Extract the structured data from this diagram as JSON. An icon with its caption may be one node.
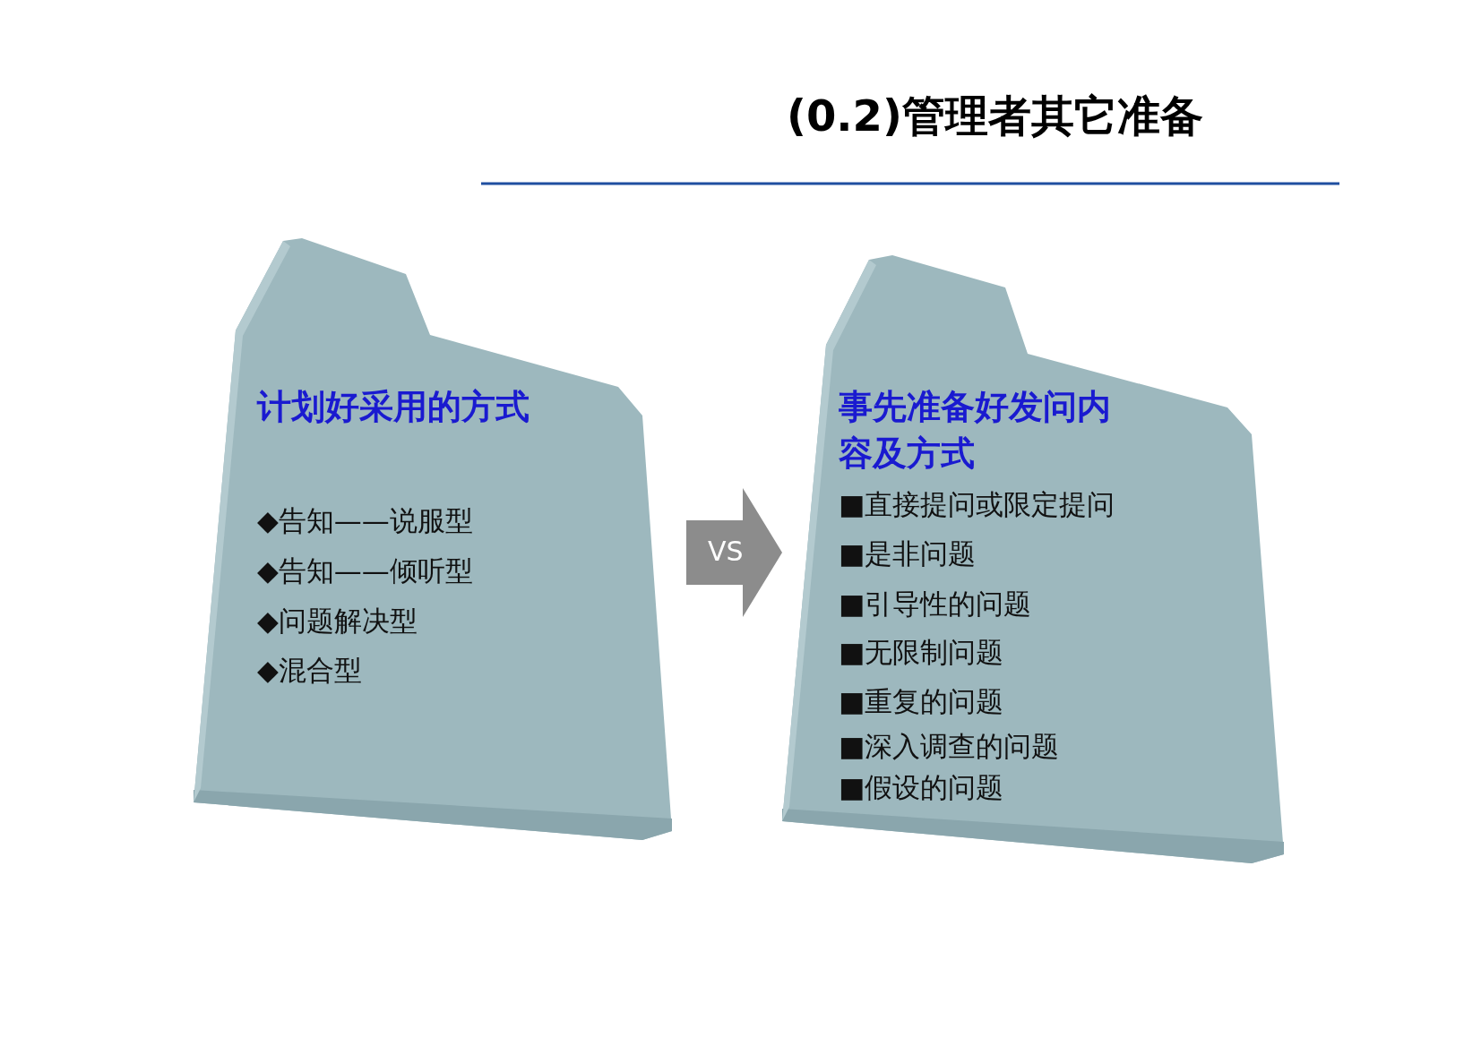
{
  "diagram": {
    "title": "(0.2)管理者其它准备",
    "nodes": [
      {
        "text": [
          "计划好采用的方式",
          "◆告知——说服型",
          "◆告知——倾听型",
          "◆问题解决型",
          "◆混合型"
        ]
      },
      {
        "text": [
          "事先准备好发问内容及方式",
          "■直接提问或限定提问",
          "■是非问题",
          "■引导性的问题",
          "■无限制问题",
          "■重复的问题",
          "■深入调查的问题",
          "■假设的问题"
        ]
      }
    ],
    "edges": [
      {
        "from": 0,
        "to": 1,
        "arrow": "to",
        "label": "VS"
      }
    ]
  }
}
